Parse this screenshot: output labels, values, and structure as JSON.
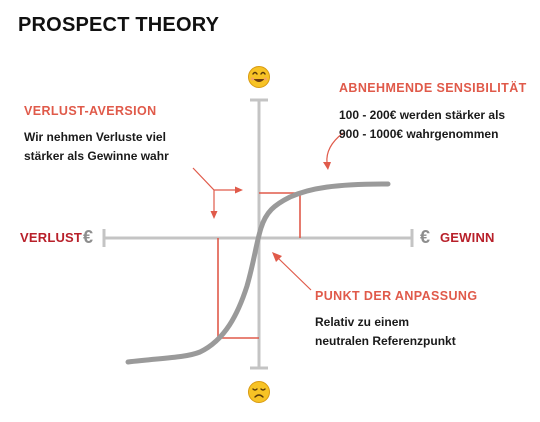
{
  "title": "PROSPECT THEORY",
  "loss_aversion": {
    "heading": "VERLUST-AVERSION",
    "line1": "Wir nehmen Verluste viel",
    "line2": "stärker als Gewinne wahr"
  },
  "diminishing_sensitivity": {
    "heading": "ABNEHMENDE SENSIBILITÄT",
    "line1": "100 - 200€ werden stärker als",
    "line2": "900 - 1000€ wahrgenommen"
  },
  "reference_point": {
    "heading": "PUNKT DER ANPASSUNG",
    "line1": "Relativ zu einem",
    "line2": "neutralen Referenzpunkt"
  },
  "axis": {
    "loss_label": "VERLUST",
    "gain_label": "GEWINN",
    "currency_symbol": "€"
  },
  "icons": {
    "top": "smiling-face-icon",
    "bottom": "sad-face-icon"
  },
  "colors": {
    "accent": "#e05a4a",
    "axis_label": "#b8202a",
    "axis": "#c4c4c4",
    "curve": "#9a9a9a",
    "face": "#f7c325"
  }
}
